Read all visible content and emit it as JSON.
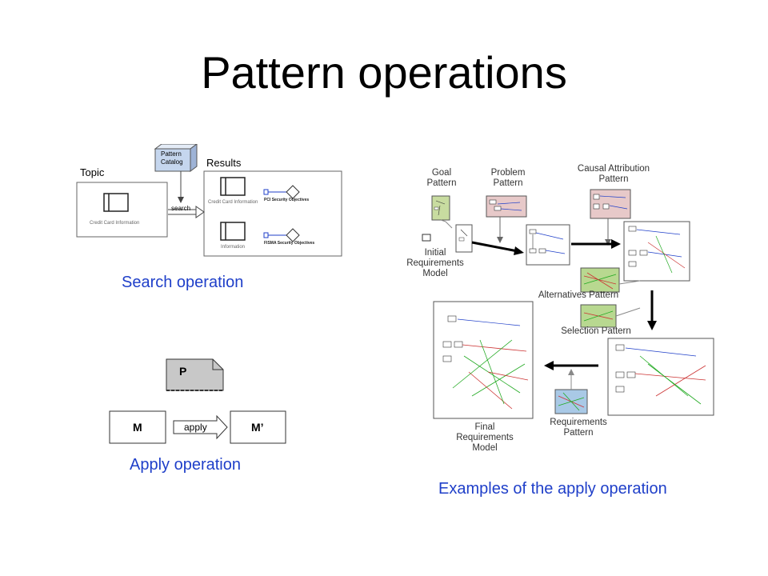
{
  "title": "Pattern operations",
  "search": {
    "topic_label": "Topic",
    "results_label": "Results",
    "catalog_line1": "Pattern",
    "catalog_line2": "Catalog",
    "search_label": "search",
    "topic_caption": "Credit Card Information",
    "result_caption_1": "Credit Card Information",
    "result_caption_2": "Information",
    "result_goal_1": "PCI Security Objectives",
    "result_goal_2": "FISMA Security Objectives",
    "caption": "Search operation"
  },
  "apply": {
    "p_label": "P",
    "m_label": "M",
    "m_prime_label": "M’",
    "apply_label": "apply",
    "caption": "Apply operation"
  },
  "examples": {
    "goal_pattern": "Goal\nPattern",
    "problem_pattern": "Problem\nPattern",
    "causal_pattern": "Causal Attribution\nPattern",
    "initial_model": "Initial\nRequirements\nModel",
    "alternatives_pattern": "Alternatives Pattern",
    "selection_pattern": "Selection Pattern",
    "requirements_pattern": "Requirements\nPattern",
    "final_model": "Final\nRequirements\nModel",
    "caption": "Examples of the apply operation"
  },
  "colors": {
    "caption": "#1f3fc9",
    "goal_thumb": "#c8dca0",
    "problem_thumb": "#e7c9c9",
    "causal_thumb": "#e7c9c9",
    "alt_thumb": "#b8d890",
    "selection_thumb": "#b8d890",
    "req_thumb": "#a9c9e6",
    "p_fill": "#c8c8c8",
    "catalog_fill": "#c5d6ee"
  }
}
